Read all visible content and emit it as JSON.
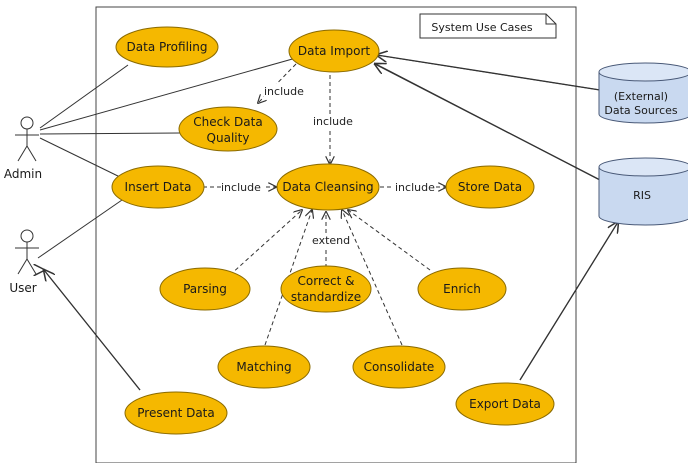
{
  "diagram": {
    "note": "System Use Cases",
    "actors": {
      "admin": "Admin",
      "user": "User"
    },
    "datastores": {
      "external_line1": "(External)",
      "external_line2": "Data Sources",
      "ris": "RIS"
    },
    "use_cases": {
      "data_profiling": "Data Profiling",
      "data_import": "Data Import",
      "check_quality_line1": "Check Data",
      "check_quality_line2": "Quality",
      "insert_data": "Insert Data",
      "data_cleansing": "Data Cleansing",
      "store_data": "Store Data",
      "parsing": "Parsing",
      "correct_line1": "Correct &",
      "correct_line2": "standardize",
      "enrich": "Enrich",
      "matching": "Matching",
      "consolidate": "Consolidate",
      "present_data": "Present Data",
      "export_data": "Export Data"
    },
    "relations": {
      "include_quality": "include",
      "include_import": "include",
      "include_insert": "include",
      "include_store": "include",
      "extend": "extend"
    },
    "colors": {
      "use_case_fill": "#f5b800",
      "use_case_stroke": "#8a6a00",
      "datastore_fill": "#c9d9f0",
      "datastore_stroke": "#4a5a78",
      "line": "#333333"
    }
  }
}
